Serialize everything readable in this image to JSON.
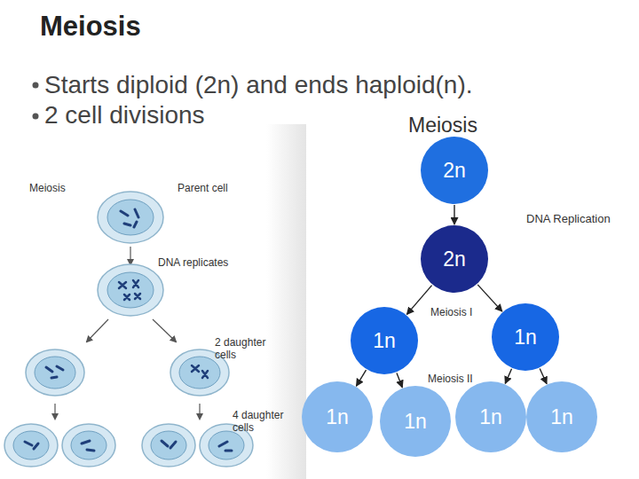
{
  "diagram": {
    "title": "Meiosis",
    "nodes": [
      {
        "text": [
          "2n"
        ]
      },
      {
        "text": [
          "2n"
        ]
      },
      {
        "text": [
          "1n"
        ]
      },
      {
        "text": [
          "1n"
        ]
      },
      {
        "text": [
          "1n"
        ]
      },
      {
        "text": [
          "1n"
        ]
      },
      {
        "text": [
          "1n"
        ]
      },
      {
        "text": [
          "1n"
        ]
      }
    ],
    "edges": [
      {
        "from": 0,
        "to": 1,
        "arrow": "to",
        "label": "DNA Replication"
      },
      {
        "from": 1,
        "to": 2,
        "arrow": "to"
      },
      {
        "from": 1,
        "to": 3,
        "arrow": "to"
      },
      {
        "from": 2,
        "to": 4,
        "arrow": "to"
      },
      {
        "from": 2,
        "to": 5,
        "arrow": "to"
      },
      {
        "from": 3,
        "to": 6,
        "arrow": "to"
      },
      {
        "from": 3,
        "to": 7,
        "arrow": "to"
      }
    ],
    "labels": [
      "Starts diploid (2n) and ends haploid(n).",
      "2 cell divisions",
      "Meiosis",
      "Meiosis",
      "Parent cell",
      "DNA replicates",
      "2 daughter cells",
      "4 daughter cells",
      "Meiosis I",
      "Meiosis II"
    ]
  }
}
